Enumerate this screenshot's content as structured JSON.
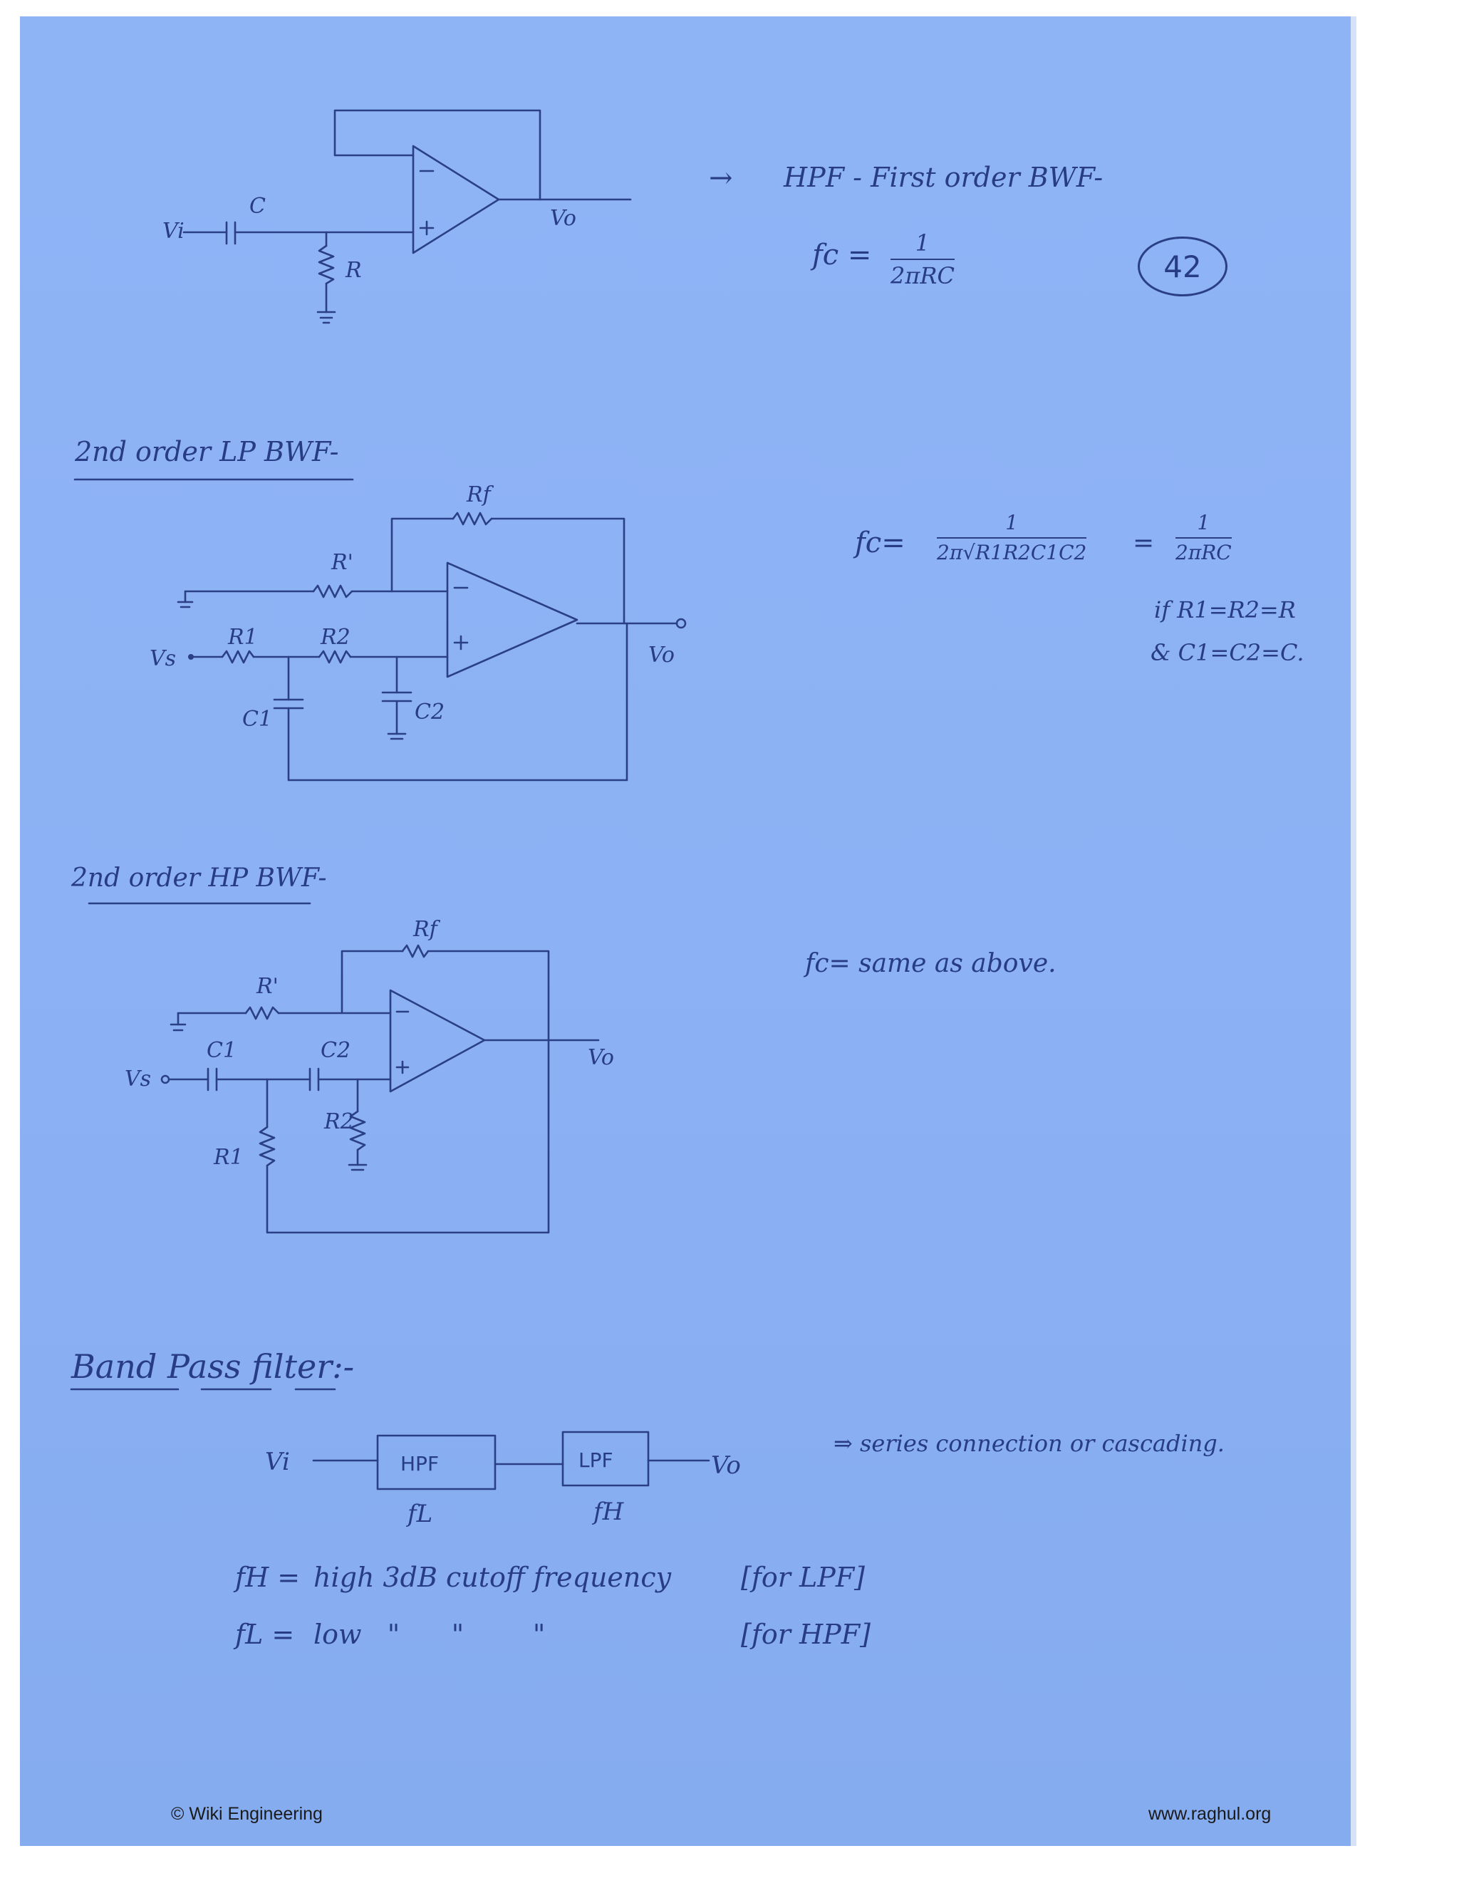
{
  "page_number": "42",
  "section1": {
    "arrow": "→",
    "title": "HPF - First order BWF-",
    "formula_lhs": "fc =",
    "formula_num": "1",
    "formula_den": "2πRC",
    "circuit_labels": {
      "vi": "Vi",
      "c": "C",
      "r": "R",
      "vo": "Vo"
    }
  },
  "section2": {
    "heading": "2nd order LP BWF-",
    "formula_lhs": "fc=",
    "formula_num": "1",
    "formula_den": "2π√R1R2C1C2",
    "formula_eq": "=",
    "formula2_num": "1",
    "formula2_den": "2πRC",
    "cond1": "if R1=R2=R",
    "cond2": "& C1=C2=C.",
    "circuit_labels": {
      "rf": "Rf",
      "rprime": "R'",
      "r1": "R1",
      "r2": "R2",
      "c1": "C1",
      "c2": "C2",
      "vs": "Vs",
      "vo": "Vo"
    }
  },
  "section3": {
    "heading": "2nd order HP BWF-",
    "formula": "fc= same as above.",
    "circuit_labels": {
      "rf": "Rf",
      "rprime": "R'",
      "c1": "C1",
      "c2": "C2",
      "r1": "R1",
      "r2": "R2",
      "vs": "Vs",
      "vo": "Vo"
    }
  },
  "section4": {
    "heading_word1": "Band",
    "heading_word2": "Pass",
    "heading_word3": "filter",
    "heading_suffix": ":-",
    "vi": "Vi",
    "vo": "Vo",
    "box1": "HPF",
    "box2": "LPF",
    "box1_sub": "fL",
    "box2_sub": "fH",
    "note": "⇒ series connection or cascading.",
    "line1_lhs": "fH =",
    "line1_text": "high 3dB cutoff frequency",
    "line1_bracket": "[for LPF]",
    "line2_lhs": "fL =",
    "line2_text": "low   \"      \"        \"",
    "line2_bracket": "[for HPF]"
  },
  "footer": {
    "left": "© Wiki Engineering",
    "right": "www.raghul.org"
  }
}
